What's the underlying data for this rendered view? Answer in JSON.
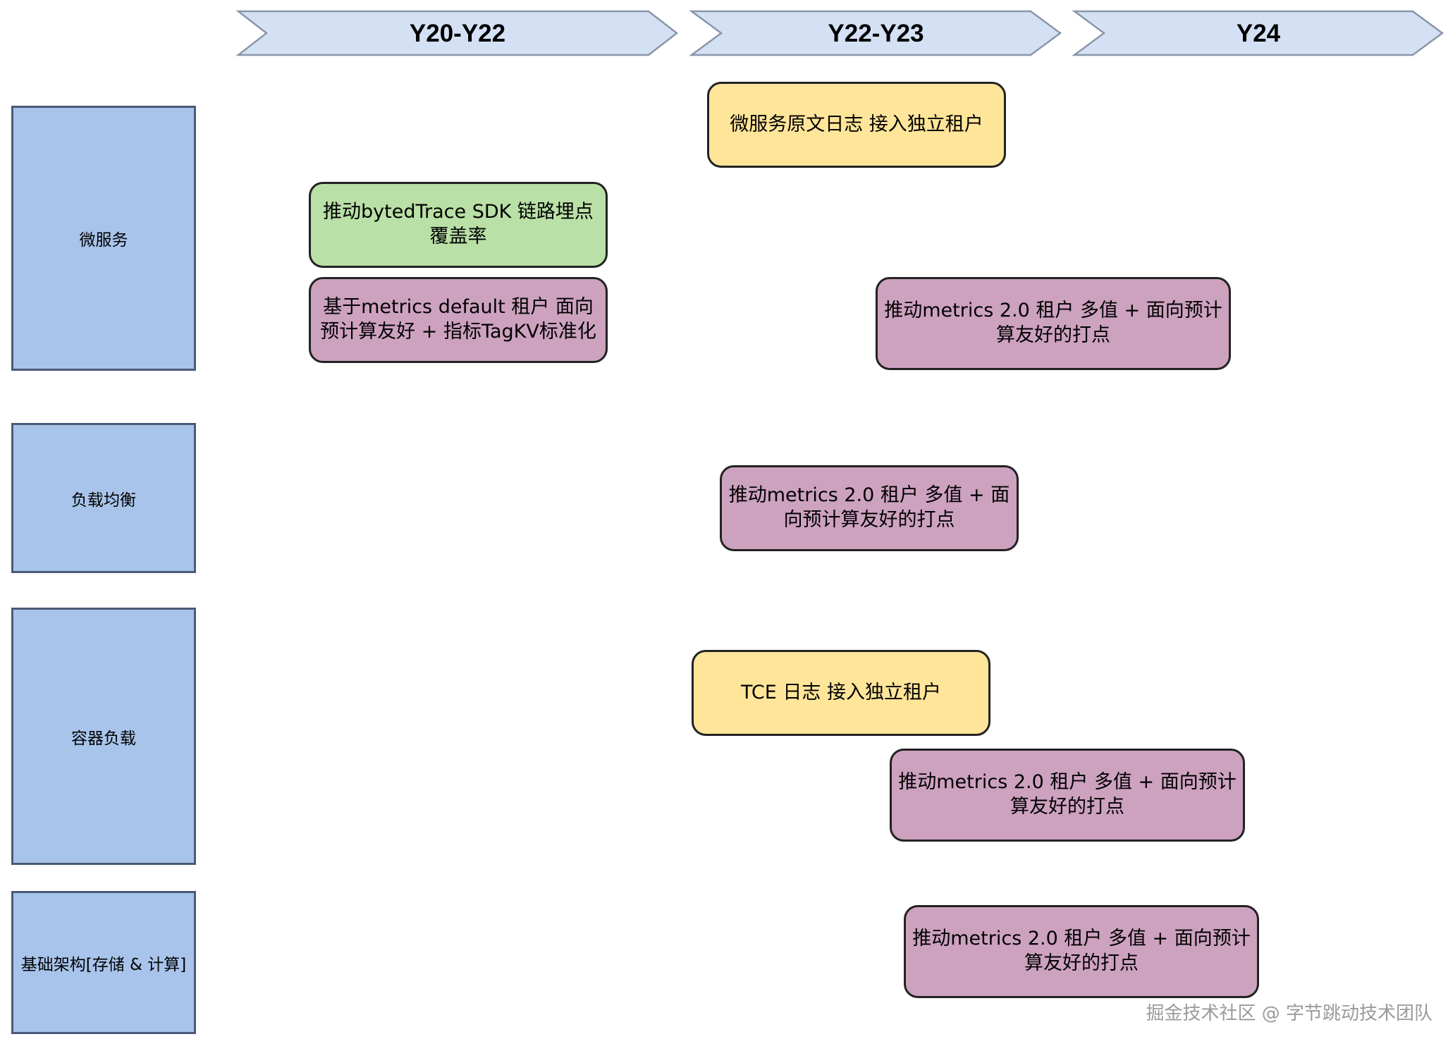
{
  "colors": {
    "phase_arrow_fill": "#d4e1f5",
    "phase_arrow_stroke": "#8a96a8",
    "lane_fill": "#a8c4eb",
    "card_green": "#b9e0a6",
    "card_yellow": "#ffe599",
    "card_purple": "#cda2bf"
  },
  "phases": [
    "Y20-Y22",
    "Y22-Y23",
    "Y24"
  ],
  "lanes": [
    "微服务",
    "负载均衡",
    "容器负载",
    "基础架构[存储 & 计算]"
  ],
  "cards": {
    "ms_log": "微服务原文日志 接入独立租户",
    "ms_trace": "推动bytedTrace SDK 链路埋点覆盖率",
    "ms_metrics_default": "基于metrics default 租户 面向预计算友好 + 指标TagKV标准化",
    "ms_metrics2": "推动metrics 2.0 租户  多值 + 面向预计算友好的打点",
    "lb_metrics2": "推动metrics 2.0 租户  多值 + 面向预计算友好的打点",
    "tce_log": "TCE 日志 接入独立租户",
    "container_metrics2": "推动metrics 2.0 租户  多值 + 面向预计算友好的打点",
    "infra_metrics2": "推动metrics 2.0 租户  多值 + 面向预计算友好的打点"
  },
  "watermark": "掘金技术社区 @ 字节跳动技术团队"
}
